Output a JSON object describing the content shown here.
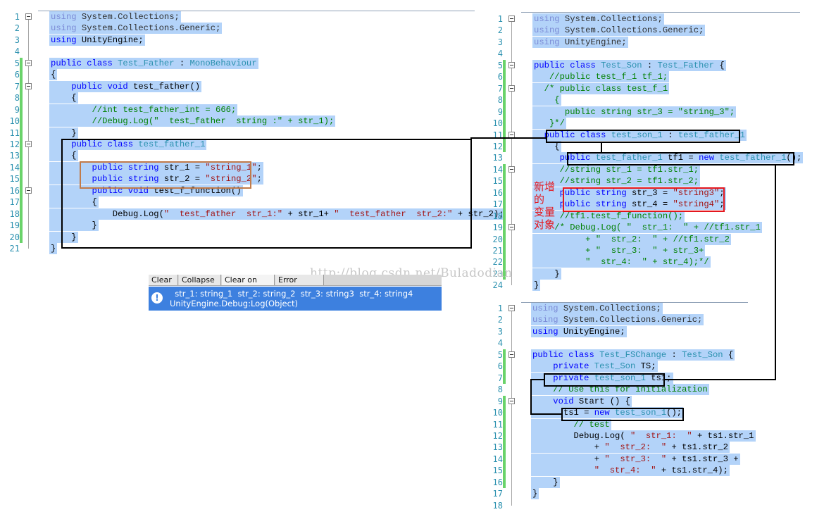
{
  "panels": [
    {
      "id": "father",
      "lines": [
        {
          "n": "1",
          "fold": true,
          "tokens": [
            [
              "kw",
              "using"
            ],
            [
              "tx",
              " System.Collections;"
            ]
          ],
          "faded": true
        },
        {
          "n": "2",
          "tokens": [
            [
              "kw",
              "using"
            ],
            [
              "tx",
              " System.Collections.Generic;"
            ]
          ],
          "faded": true
        },
        {
          "n": "3",
          "tokens": [
            [
              "kw",
              "using"
            ],
            [
              "tx",
              " UnityEngine;"
            ]
          ]
        },
        {
          "n": "4",
          "tokens": []
        },
        {
          "n": "5",
          "fold": true,
          "tokens": [
            [
              "kw",
              "public class "
            ],
            [
              "ty",
              "Test_Father"
            ],
            [
              "tx",
              " : "
            ],
            [
              "ty",
              "MonoBehaviour"
            ]
          ]
        },
        {
          "n": "6",
          "tokens": [
            [
              "tx",
              "{"
            ]
          ]
        },
        {
          "n": "7",
          "fold": true,
          "tokens": [
            [
              "tx",
              "    "
            ],
            [
              "kw",
              "public void"
            ],
            [
              "tx",
              " test_father()"
            ]
          ]
        },
        {
          "n": "8",
          "tokens": [
            [
              "tx",
              "    {"
            ]
          ]
        },
        {
          "n": "9",
          "tokens": [
            [
              "tx",
              "        "
            ],
            [
              "cm",
              "//int test_father_int = 666;"
            ]
          ]
        },
        {
          "n": "10",
          "tokens": [
            [
              "tx",
              "        "
            ],
            [
              "cm",
              "//Debug.Log(\"  test_father  string :\" + str_1);"
            ]
          ]
        },
        {
          "n": "11",
          "tokens": [
            [
              "tx",
              "    }"
            ]
          ]
        },
        {
          "n": "12",
          "fold": true,
          "tokens": [
            [
              "tx",
              "    "
            ],
            [
              "kw",
              "public class "
            ],
            [
              "ty",
              "test_father_1"
            ]
          ]
        },
        {
          "n": "13",
          "tokens": [
            [
              "tx",
              "    {"
            ]
          ]
        },
        {
          "n": "14",
          "tokens": [
            [
              "tx",
              "        "
            ],
            [
              "kw",
              "public string"
            ],
            [
              "tx",
              " str_1 = "
            ],
            [
              "str",
              "\"string_1\""
            ],
            [
              "tx",
              ";"
            ]
          ]
        },
        {
          "n": "15",
          "tokens": [
            [
              "tx",
              "        "
            ],
            [
              "kw",
              "public string"
            ],
            [
              "tx",
              " str_2 = "
            ],
            [
              "str",
              "\"string_2\""
            ],
            [
              "tx",
              ";"
            ]
          ]
        },
        {
          "n": "16",
          "fold": true,
          "tokens": [
            [
              "tx",
              "        "
            ],
            [
              "kw",
              "public void"
            ],
            [
              "tx",
              " test_f_function()"
            ]
          ]
        },
        {
          "n": "17",
          "tokens": [
            [
              "tx",
              "        {"
            ]
          ]
        },
        {
          "n": "18",
          "tokens": [
            [
              "tx",
              "            Debug.Log("
            ],
            [
              "str",
              "\"  test_father  str_1:\""
            ],
            [
              "tx",
              " + str_1+ "
            ],
            [
              "str",
              "\"  test_father  str_2:\""
            ],
            [
              "tx",
              " + str_2);"
            ]
          ]
        },
        {
          "n": "19",
          "tokens": [
            [
              "tx",
              "        }"
            ]
          ]
        },
        {
          "n": "20",
          "tokens": [
            [
              "tx",
              "    }"
            ]
          ]
        },
        {
          "n": "21",
          "tokens": [
            [
              "tx",
              "}"
            ]
          ]
        }
      ]
    },
    {
      "id": "son",
      "lines": [
        {
          "n": "1",
          "fold": true,
          "tokens": [
            [
              "kw",
              "using"
            ],
            [
              "tx",
              " System.Collections;"
            ]
          ],
          "faded": true
        },
        {
          "n": "2",
          "tokens": [
            [
              "kw",
              "using"
            ],
            [
              "tx",
              " System.Collections.Generic;"
            ]
          ],
          "faded": true
        },
        {
          "n": "3",
          "tokens": [
            [
              "kw",
              "using"
            ],
            [
              "tx",
              " UnityEngine;"
            ]
          ],
          "faded": true
        },
        {
          "n": "4",
          "tokens": []
        },
        {
          "n": "5",
          "fold": true,
          "tokens": [
            [
              "kw",
              "public class "
            ],
            [
              "ty",
              "Test_Son"
            ],
            [
              "tx",
              " : "
            ],
            [
              "ty",
              "Test_Father"
            ],
            [
              "tx",
              " {"
            ]
          ]
        },
        {
          "n": "6",
          "tokens": [
            [
              "tx",
              "   "
            ],
            [
              "cm",
              "//public test_f_1 tf_1;"
            ]
          ]
        },
        {
          "n": "7",
          "fold": true,
          "tokens": [
            [
              "tx",
              "  "
            ],
            [
              "cm",
              "/* public class test_f_1"
            ]
          ]
        },
        {
          "n": "8",
          "tokens": [
            [
              "tx",
              "    "
            ],
            [
              "cm",
              "{"
            ]
          ]
        },
        {
          "n": "9",
          "tokens": [
            [
              "tx",
              "      "
            ],
            [
              "cm",
              "public string str_3 = \"string_3\";"
            ]
          ]
        },
        {
          "n": "10",
          "tokens": [
            [
              "tx",
              "   "
            ],
            [
              "cm",
              "}*/"
            ]
          ]
        },
        {
          "n": "11",
          "fold": true,
          "tokens": [
            [
              "tx",
              "  "
            ],
            [
              "kw",
              "public class "
            ],
            [
              "ty",
              "test_son_1"
            ],
            [
              "tx",
              " : "
            ],
            [
              "ty",
              "test_father_1"
            ]
          ]
        },
        {
          "n": "12",
          "tokens": [
            [
              "tx",
              "    {"
            ]
          ]
        },
        {
          "n": "13",
          "tokens": [
            [
              "tx",
              "     "
            ],
            [
              "kw",
              "public "
            ],
            [
              "ty",
              "test_father_1"
            ],
            [
              "tx",
              " tf1 = "
            ],
            [
              "kw",
              "new "
            ],
            [
              "ty",
              "test_father_1"
            ],
            [
              "tx",
              "();"
            ]
          ]
        },
        {
          "n": "14",
          "fold": true,
          "tokens": [
            [
              "tx",
              "     "
            ],
            [
              "cm",
              "//string str_1 = tf1.str_1;"
            ]
          ]
        },
        {
          "n": "15",
          "tokens": [
            [
              "tx",
              "     "
            ],
            [
              "cm",
              "//string str_2 = tf1.str_2;"
            ]
          ]
        },
        {
          "n": "16",
          "tokens": [
            [
              "tx",
              "     "
            ],
            [
              "kw",
              "public string"
            ],
            [
              "tx",
              " str_3 = "
            ],
            [
              "str",
              "\"string3\""
            ],
            [
              "tx",
              ";"
            ]
          ]
        },
        {
          "n": "17",
          "tokens": [
            [
              "tx",
              "     "
            ],
            [
              "kw",
              "public string"
            ],
            [
              "tx",
              " str_4 = "
            ],
            [
              "str",
              "\"string4\""
            ],
            [
              "tx",
              ";"
            ]
          ]
        },
        {
          "n": "18",
          "tokens": [
            [
              "tx",
              "     "
            ],
            [
              "cm",
              "//tf1.test_f_function();"
            ]
          ]
        },
        {
          "n": "19",
          "fold": true,
          "tokens": [
            [
              "tx",
              "    "
            ],
            [
              "cm",
              "/* Debug.Log( \"  str_1:  \" + //tf1.str_1"
            ]
          ]
        },
        {
          "n": "20",
          "tokens": [
            [
              "tx",
              "          "
            ],
            [
              "cm",
              "+ \"  str_2:  \" + //tf1.str_2"
            ]
          ]
        },
        {
          "n": "21",
          "tokens": [
            [
              "tx",
              "          "
            ],
            [
              "cm",
              "+ \"  str_3:  \" + str_3+"
            ]
          ]
        },
        {
          "n": "22",
          "tokens": [
            [
              "tx",
              "          "
            ],
            [
              "cm",
              "\"  str_4:  \" + str_4);*/"
            ]
          ]
        },
        {
          "n": "23",
          "tokens": [
            [
              "tx",
              "    }"
            ]
          ]
        },
        {
          "n": "24",
          "tokens": [
            [
              "tx",
              "}"
            ]
          ]
        }
      ]
    },
    {
      "id": "fschange",
      "lines": [
        {
          "n": "1",
          "fold": true,
          "tokens": [
            [
              "kw",
              "using"
            ],
            [
              "tx",
              " System.Collections;"
            ]
          ],
          "faded": true
        },
        {
          "n": "2",
          "tokens": [
            [
              "kw",
              "using"
            ],
            [
              "tx",
              " System.Collections.Generic;"
            ]
          ],
          "faded": true
        },
        {
          "n": "3",
          "tokens": [
            [
              "kw",
              "using"
            ],
            [
              "tx",
              " UnityEngine;"
            ]
          ]
        },
        {
          "n": "4",
          "tokens": []
        },
        {
          "n": "5",
          "fold": true,
          "tokens": [
            [
              "kw",
              "public class "
            ],
            [
              "ty",
              "Test_FSChange"
            ],
            [
              "tx",
              " : "
            ],
            [
              "ty",
              "Test_Son"
            ],
            [
              "tx",
              " {"
            ]
          ]
        },
        {
          "n": "6",
          "tokens": [
            [
              "tx",
              "    "
            ],
            [
              "kw",
              "private "
            ],
            [
              "ty",
              "Test_Son"
            ],
            [
              "tx",
              " TS;"
            ]
          ]
        },
        {
          "n": "7",
          "tokens": [
            [
              "tx",
              "    "
            ],
            [
              "kw",
              "private "
            ],
            [
              "ty",
              "test_son_1"
            ],
            [
              "tx",
              " ts1;"
            ]
          ]
        },
        {
          "n": "8",
          "tokens": [
            [
              "tx",
              "    "
            ],
            [
              "cm",
              "// Use this for initialization"
            ]
          ]
        },
        {
          "n": "9",
          "fold": true,
          "tokens": [
            [
              "tx",
              "    "
            ],
            [
              "kw",
              "void"
            ],
            [
              "tx",
              " Start () {"
            ]
          ]
        },
        {
          "n": "10",
          "tokens": [
            [
              "tx",
              "      ts1 = "
            ],
            [
              "kw",
              "new "
            ],
            [
              "ty",
              "test_son_1"
            ],
            [
              "tx",
              "();"
            ]
          ]
        },
        {
          "n": "11",
          "tokens": [
            [
              "tx",
              "        "
            ],
            [
              "cm",
              "// test"
            ]
          ]
        },
        {
          "n": "12",
          "tokens": [
            [
              "tx",
              "        Debug.Log( "
            ],
            [
              "str",
              "\"  str_1:  \""
            ],
            [
              "tx",
              " + ts1.str_1"
            ]
          ]
        },
        {
          "n": "13",
          "tokens": [
            [
              "tx",
              "            + "
            ],
            [
              "str",
              "\"  str_2:  \""
            ],
            [
              "tx",
              " + ts1.str_2"
            ]
          ]
        },
        {
          "n": "14",
          "tokens": [
            [
              "tx",
              "            + "
            ],
            [
              "str",
              "\"  str_3:  \""
            ],
            [
              "tx",
              " + ts1.str_3 +"
            ]
          ]
        },
        {
          "n": "15",
          "tokens": [
            [
              "tx",
              "            "
            ],
            [
              "str",
              "\"  str_4:  \""
            ],
            [
              "tx",
              " + ts1.str_4);"
            ]
          ]
        },
        {
          "n": "16",
          "tokens": [
            [
              "tx",
              "    }"
            ]
          ]
        },
        {
          "n": "17",
          "tokens": [
            [
              "tx",
              "}"
            ]
          ]
        },
        {
          "n": "18",
          "tokens": []
        }
      ]
    }
  ],
  "annotation": {
    "text": "新增\n的\n变量\n对象"
  },
  "watermark": "http://blog.csdn.net/Buladodian",
  "console": {
    "tabs": [
      "Clear",
      "Collapse",
      "Clear on Play",
      "Error Pause"
    ],
    "message_line1": "  str_1: string_1  str_2: string_2  str_3: string3  str_4: string4",
    "message_line2": "UnityEngine.Debug:Log(Object)",
    "icon": "info-icon"
  },
  "colors": {
    "selection": "#b3d3f9",
    "keyword": "#0000ff",
    "type": "#2b91af",
    "string": "#a31515",
    "comment": "#008000",
    "line_number": "#2b91af",
    "changed_bar": "#6ad36a",
    "highlight_black": "#000000",
    "highlight_orange": "#c17b4a",
    "highlight_red": "#e4161d",
    "console_blue": "#3d80df"
  }
}
